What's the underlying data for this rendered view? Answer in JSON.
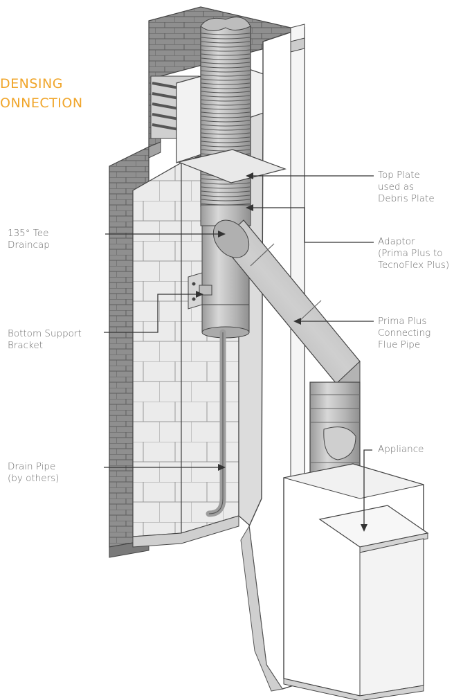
{
  "heading": {
    "line1": "DENSING",
    "line2": "ONNECTION"
  },
  "colors": {
    "heading": "#f0a52a",
    "label_text": "#6b6b6b",
    "leader_line": "#333333",
    "brick_dark": "#8c8c8c",
    "block_light": "#e8e8e8",
    "flue_metal": "#b9b9b9"
  },
  "labels": {
    "top_plate": [
      "Top Plate",
      "used as",
      "Debris Plate"
    ],
    "adaptor": [
      "Adaptor",
      "(Prima Plus to",
      "TecnoFlex Plus)"
    ],
    "prima_plus": [
      "Prima Plus",
      "Connecting",
      "Flue Pipe"
    ],
    "appliance": [
      "Appliance"
    ],
    "tee_draincap": [
      "135° Tee",
      "Draincap"
    ],
    "support_bracket": [
      "Bottom Support",
      "Bracket"
    ],
    "drain_pipe": [
      "Drain Pipe",
      "(by others)"
    ]
  }
}
